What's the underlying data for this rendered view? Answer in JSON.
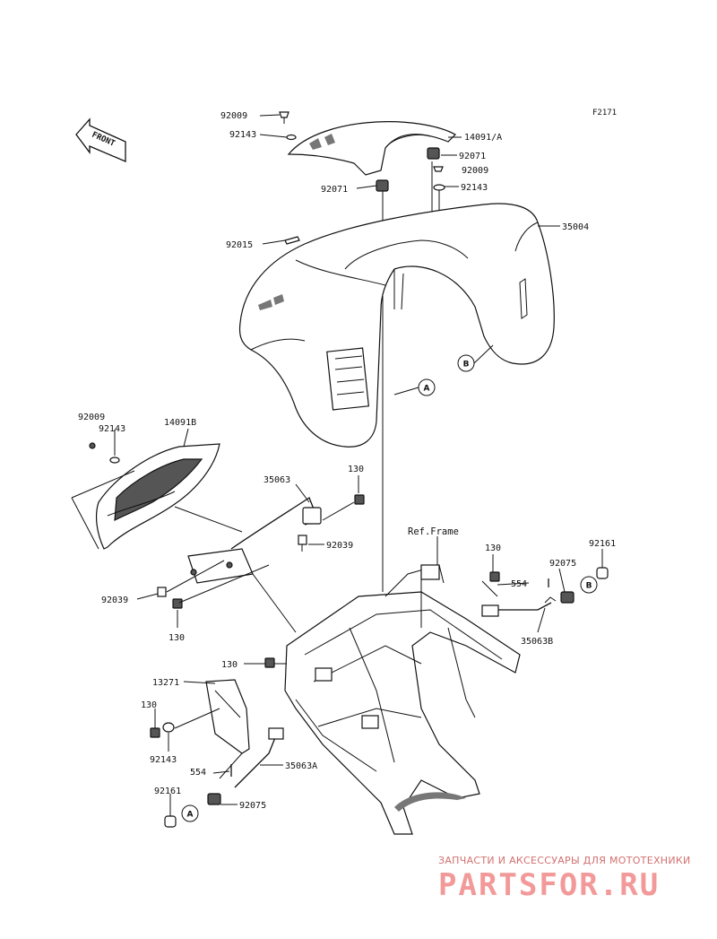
{
  "figure": {
    "code": "F2171",
    "front_marker": "FRONT",
    "ref_frame": "Ref.Frame"
  },
  "callouts": [
    "A",
    "B"
  ],
  "labels": {
    "p92009_top": "92009",
    "p92143_top": "92143",
    "p14091A": "14091/A",
    "p92071_r": "92071",
    "p92009_r": "92009",
    "p92143_r": "92143",
    "p92071_l": "92071",
    "p35004": "35004",
    "p92015": "92015",
    "p92009_l": "92009",
    "p92143_l": "92143",
    "p14091B": "14091B",
    "p35063": "35063",
    "p130_a": "130",
    "p92039_r": "92039",
    "p92039_l": "92039",
    "p130_b": "130",
    "p130_c": "130",
    "p554_r": "554",
    "p92075_r": "92075",
    "p92161_r": "92161",
    "p35063B": "35063B",
    "p130_d": "130",
    "p13271": "13271",
    "p130_e": "130",
    "p92143_b": "92143",
    "p554_b": "554",
    "p35063A": "35063A",
    "p92161_b": "92161",
    "p92075_b": "92075"
  },
  "watermark": {
    "tagline": "ЗАПЧАСТИ И АКСЕССУАРЫ ДЛЯ МОТОТЕХНИКИ",
    "brand": "PARTSFOR.RU"
  }
}
